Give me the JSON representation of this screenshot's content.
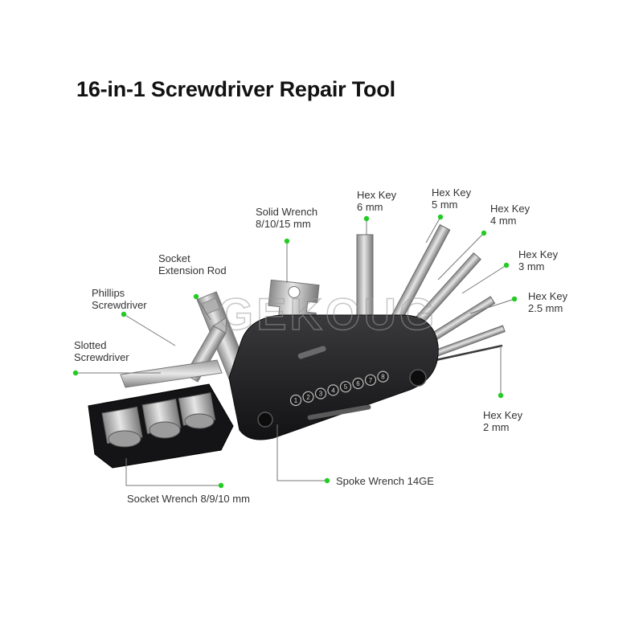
{
  "title": "16-in-1 Screwdriver Repair Tool",
  "watermark": "GEKOUG",
  "accent_color": "#22cc22",
  "tool_body_color": "#1c1c1e",
  "metal_color": "#c8c8c8",
  "spoke_sizes": [
    "1",
    "2",
    "3",
    "4",
    "5",
    "6",
    "7",
    "8"
  ],
  "labels": {
    "slotted": [
      "Slotted",
      "Screwdriver"
    ],
    "phillips": [
      "Phillips",
      "Screwdriver"
    ],
    "socket_rod": [
      "Socket",
      "Extension Rod"
    ],
    "solid_wrench": [
      "Solid Wrench",
      "8/10/15 mm"
    ],
    "hex6": [
      "Hex Key",
      "6 mm"
    ],
    "hex5": [
      "Hex Key",
      "5 mm"
    ],
    "hex4": [
      "Hex Key",
      "4 mm"
    ],
    "hex3": [
      "Hex Key",
      "3 mm"
    ],
    "hex25": [
      "Hex Key",
      "2.5 mm"
    ],
    "hex2": [
      "Hex Key",
      "2 mm"
    ],
    "spoke": "Spoke Wrench 14GE",
    "socket_wrench": "Socket Wrench 8/9/10 mm"
  }
}
